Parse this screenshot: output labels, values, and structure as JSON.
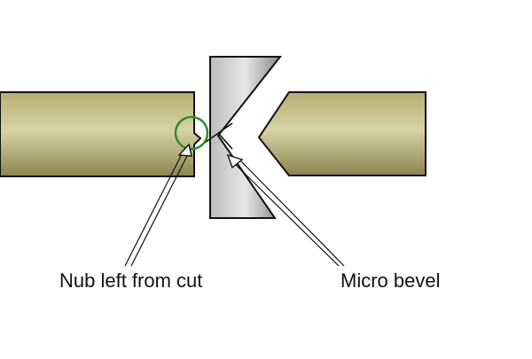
{
  "labels": {
    "nub": "Nub left from cut",
    "bevel": "Micro bevel"
  },
  "colors": {
    "wire_light": "#d8d3a6",
    "wire_mid": "#b8ad72",
    "wire_dark": "#8c8450",
    "blade_light": "#e6e6e6",
    "blade_mid": "#bcbcbc",
    "blade_dark": "#8a8a8a",
    "outline": "#111111",
    "highlight_ring": "#2e8b2e",
    "background": "#ffffff"
  },
  "icons": {
    "left_part": "wire-stub-with-nub",
    "right_part": "wire-end-with-pointed-tip",
    "cutter": "cutter-blade",
    "nub_marker": "green-circle-highlight",
    "arrows": "callout-arrow"
  }
}
